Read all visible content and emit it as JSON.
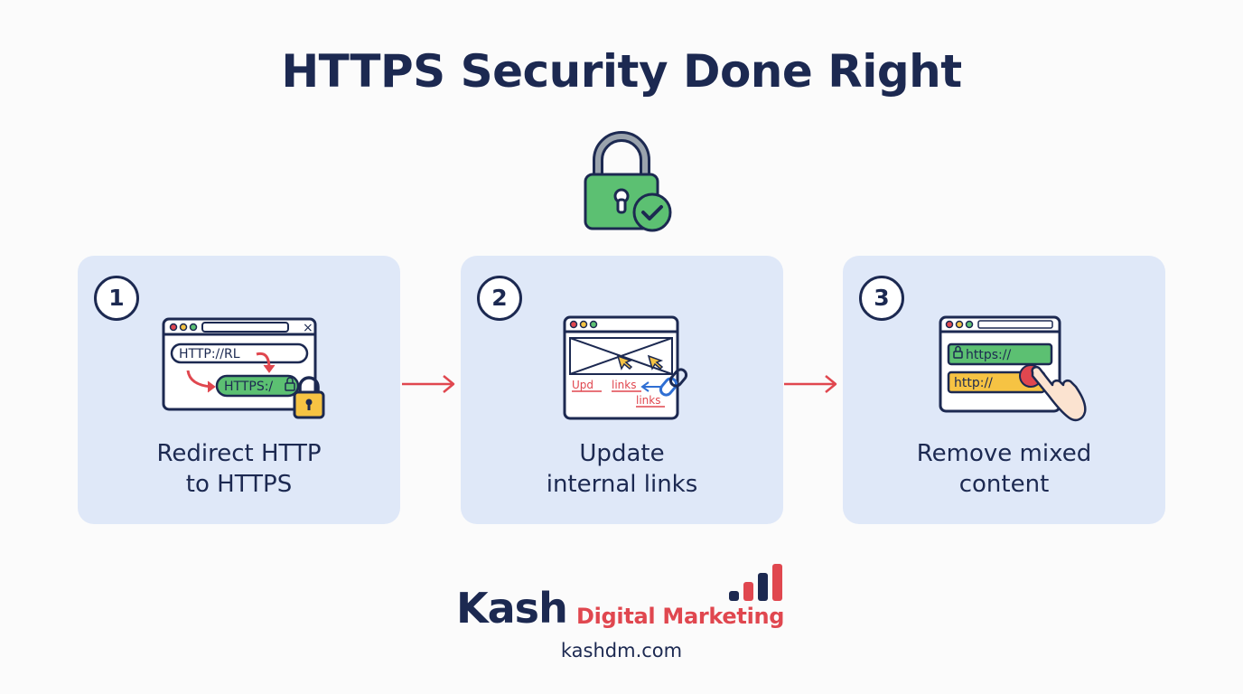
{
  "title": "HTTPS Security Done Right",
  "colors": {
    "navy": "#1c2951",
    "card": "#dfe8f8",
    "green": "#5cc072",
    "red": "#e0474f",
    "yellow": "#f6c343"
  },
  "icons": {
    "hero": "padlock-check-icon",
    "arrow": "arrow-right-icon"
  },
  "steps": [
    {
      "number": "1",
      "label_line1": "Redirect HTTP",
      "label_line2": "to HTTPS",
      "illustration": {
        "url_old": "HTTP://RL",
        "url_new": "HTTPS:/",
        "close": "×"
      }
    },
    {
      "number": "2",
      "label_line1": "Update",
      "label_line2": "internal links",
      "illustration": {
        "link_a": "Upd",
        "link_b": "links",
        "link_c": "links"
      }
    },
    {
      "number": "3",
      "label_line1": "Remove mixed",
      "label_line2": "content",
      "illustration": {
        "url_secure": "https://",
        "url_insecure": "http://"
      }
    }
  ],
  "brand": {
    "name": "Kash",
    "tagline": "Digital Marketing",
    "website": "kashdm.com"
  }
}
